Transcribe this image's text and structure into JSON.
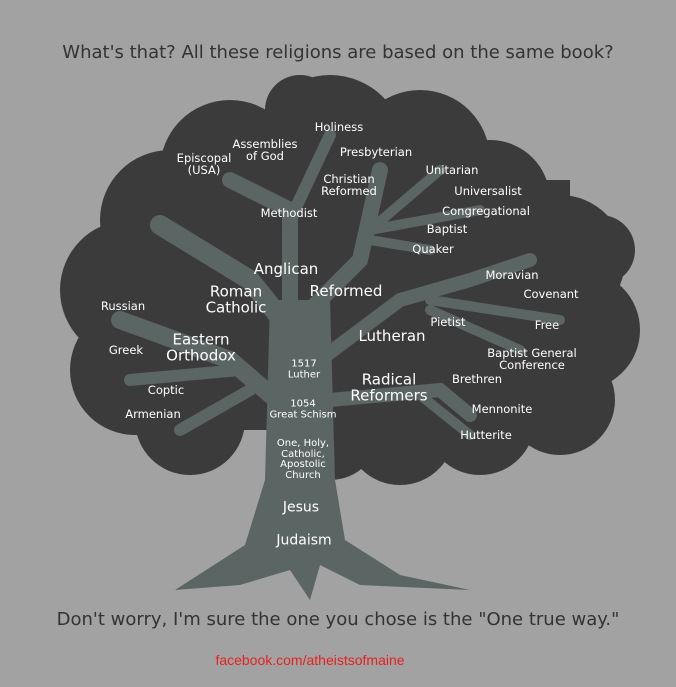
{
  "header": {
    "question": "What's that? All these religions are based on the same book?"
  },
  "tree": {
    "labels": {
      "holiness": "Holiness",
      "assemblies_of_god": "Assemblies\nof God",
      "episcopal": "Episcopal\n(USA)",
      "presbyterian": "Presbyterian",
      "christian_reformed": "Christian\nReformed",
      "unitarian": "Unitarian",
      "universalist": "Universalist",
      "congregational": "Congregational",
      "baptist": "Baptist",
      "quaker": "Quaker",
      "methodist": "Methodist",
      "anglican": "Anglican",
      "roman_catholic": "Roman\nCatholic",
      "reformed": "Reformed",
      "russian": "Russian",
      "eastern_orthodox": "Eastern\nOrthodox",
      "greek": "Greek",
      "coptic": "Coptic",
      "armenian": "Armenian",
      "lutheran": "Lutheran",
      "pietist": "Pietist",
      "moravian": "Moravian",
      "covenant": "Covenant",
      "free": "Free",
      "baptist_general_conference": "Baptist General\nConference",
      "brethren": "Brethren",
      "radical_reformers": "Radical\nReformers",
      "mennonite": "Mennonite",
      "hutterite": "Hutterite",
      "luther_1517": "1517\nLuther",
      "great_schism_1054": "1054\nGreat Schism",
      "apostolic_church": "One, Holy,\nCatholic,\nApostolic\nChurch",
      "jesus": "Jesus",
      "judaism": "Judaism"
    },
    "colors": {
      "crown": "#3b3b3b",
      "trunk": "#5b6563",
      "background": "#a2a2a2"
    }
  },
  "footer": {
    "punchline": "Don't worry, I'm sure the one you chose is the \"One true way.\"",
    "link": "facebook.com/atheistsofmaine"
  }
}
